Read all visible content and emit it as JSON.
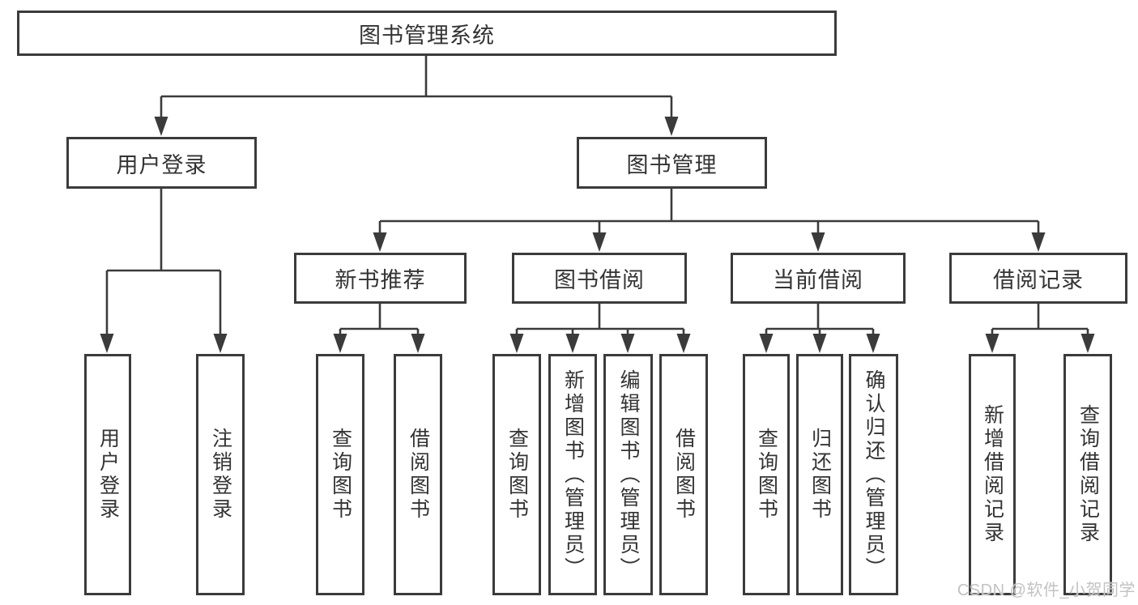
{
  "diagram": {
    "root": {
      "label": "图书管理系统"
    },
    "branches": [
      {
        "label": "用户登录",
        "children": [
          {
            "label": "用户登录"
          },
          {
            "label": "注销登录"
          }
        ]
      },
      {
        "label": "图书管理",
        "children": [
          {
            "label": "新书推荐",
            "children": [
              {
                "label": "查询图书"
              },
              {
                "label": "借阅图书"
              }
            ]
          },
          {
            "label": "图书借阅",
            "children": [
              {
                "label": "查询图书"
              },
              {
                "label": "新增图书（管理员）"
              },
              {
                "label": "编辑图书（管理员）"
              },
              {
                "label": "借阅图书"
              }
            ]
          },
          {
            "label": "当前借阅",
            "children": [
              {
                "label": "查询图书"
              },
              {
                "label": "归还图书"
              },
              {
                "label": "确认归还（管理员）"
              }
            ]
          },
          {
            "label": "借阅记录",
            "children": [
              {
                "label": "新增借阅记录"
              },
              {
                "label": "查询借阅记录"
              }
            ]
          }
        ]
      }
    ]
  },
  "watermark": {
    "text": "CSDN @软件_小贺同学"
  },
  "colors": {
    "line": "#3b3b3b",
    "text": "#333333",
    "background": "#ffffff",
    "watermark": "#c2c2c2"
  }
}
